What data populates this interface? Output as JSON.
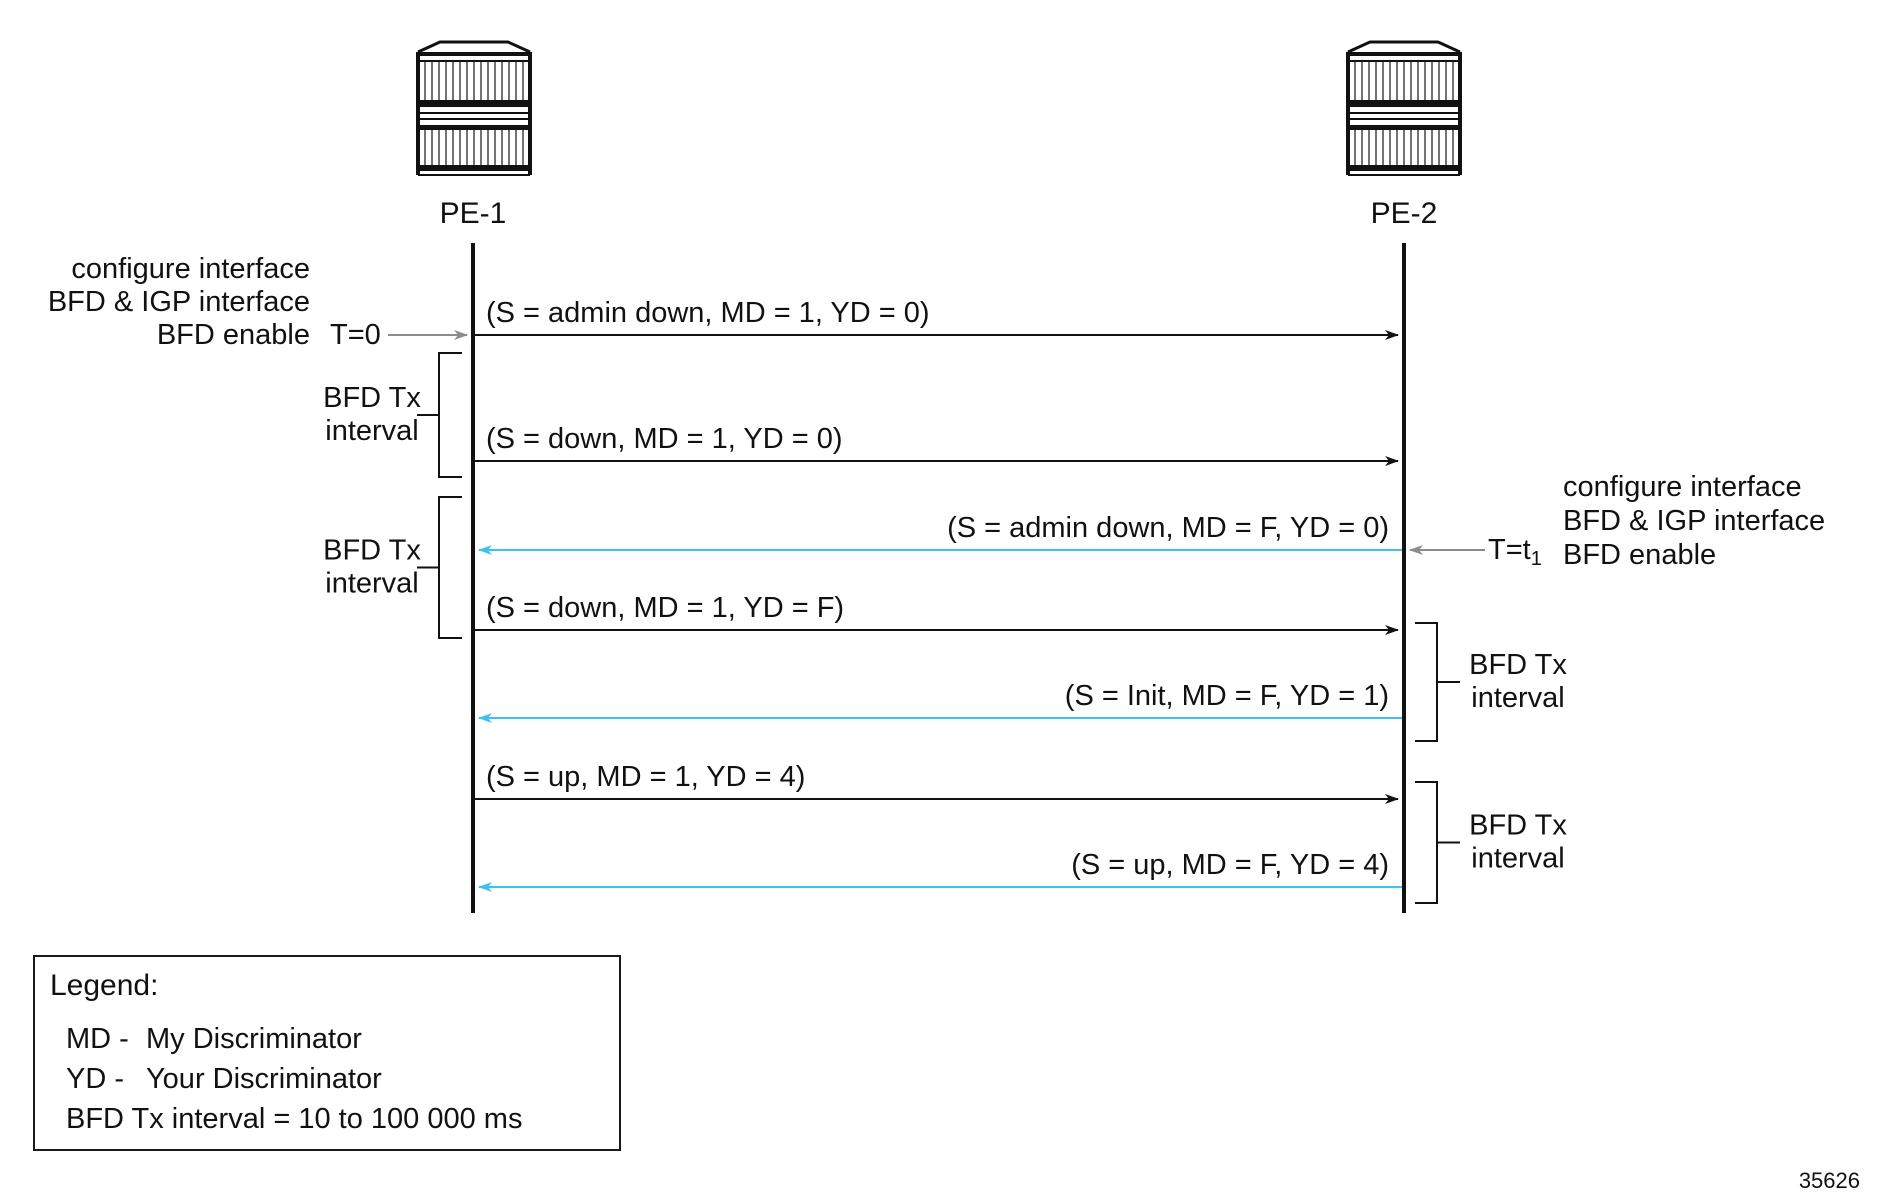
{
  "diagram": {
    "type": "sequence",
    "colors": {
      "line": "#111111",
      "pe1_to_pe2_arrow": "#111111",
      "pe2_to_pe1_arrow": "#3ec1ef",
      "trigger_arrow": "#8c8c8c"
    },
    "nodes": [
      {
        "id": "pe1",
        "label": "PE-1",
        "icon": "router-chassis-icon"
      },
      {
        "id": "pe2",
        "label": "PE-2",
        "icon": "router-chassis-icon"
      }
    ],
    "triggers": [
      {
        "node": "pe1",
        "lines": [
          "configure interface",
          "BFD & IGP interface",
          "BFD enable"
        ],
        "time_label": "T=0"
      },
      {
        "node": "pe2",
        "lines": [
          "configure interface",
          "BFD & IGP interface",
          "BFD enable"
        ],
        "time_label": "T=t",
        "time_subscript": "1"
      }
    ],
    "messages": [
      {
        "from": "pe1",
        "to": "pe2",
        "label": "(S = admin down, MD = 1, YD = 0)"
      },
      {
        "from": "pe1",
        "to": "pe2",
        "label": "(S = down, MD = 1, YD = 0)"
      },
      {
        "from": "pe2",
        "to": "pe1",
        "label": "(S = admin down, MD = F, YD = 0)"
      },
      {
        "from": "pe1",
        "to": "pe2",
        "label": "(S = down, MD = 1, YD = F)"
      },
      {
        "from": "pe2",
        "to": "pe1",
        "label": "(S = Init, MD = F, YD = 1)"
      },
      {
        "from": "pe1",
        "to": "pe2",
        "label": "(S = up, MD = 1, YD = 4)"
      },
      {
        "from": "pe2",
        "to": "pe1",
        "label": "(S = up, MD = F, YD = 4)"
      }
    ],
    "intervals": [
      {
        "node": "pe1",
        "lines": [
          "BFD Tx",
          "interval"
        ]
      },
      {
        "node": "pe1",
        "lines": [
          "BFD Tx",
          "interval"
        ]
      },
      {
        "node": "pe2",
        "lines": [
          "BFD Tx",
          "interval"
        ]
      },
      {
        "node": "pe2",
        "lines": [
          "BFD Tx",
          "interval"
        ]
      }
    ]
  },
  "legend": {
    "title": "Legend:",
    "items": [
      {
        "abbr": "MD -",
        "text": "My Discriminator"
      },
      {
        "abbr": "YD -",
        "text": "Your Discriminator"
      },
      {
        "abbr": "",
        "text": "BFD Tx interval  = 10 to 100 000 ms"
      }
    ]
  },
  "figure_id": "35626"
}
